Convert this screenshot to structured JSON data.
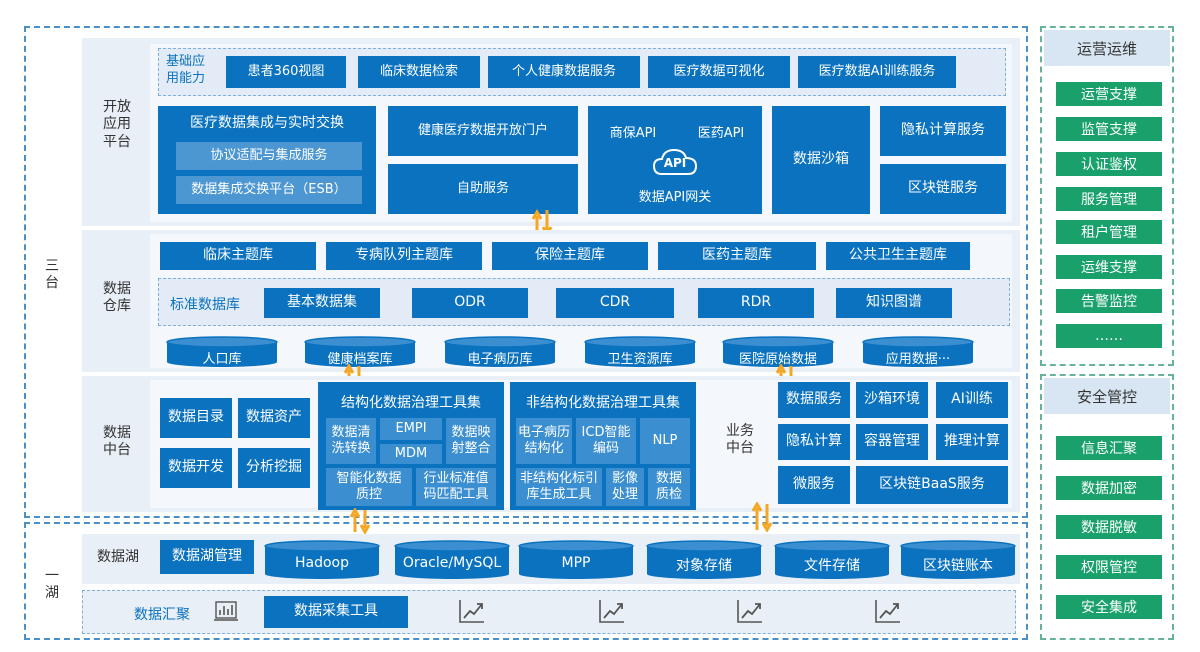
{
  "three_platforms": {
    "side_label": "三\n台",
    "open_platform": {
      "label": "开放\n应用\n平台",
      "basic_title": "基础应\n用能力",
      "basic_items": [
        "患者360视图",
        "临床数据检索",
        "个人健康数据服务",
        "医疗数据可视化",
        "医疗数据AI训练服务"
      ],
      "integration_title": "医疗数据集成与实时交换",
      "integration_items": [
        "协议适配与集成服务",
        "数据集成交换平台（ESB）"
      ],
      "portal": "健康医疗数据开放门户",
      "self_service": "自助服务",
      "api_gateway": {
        "left": "商保API",
        "right": "医药API",
        "icon_text": "API",
        "bottom": "数据API网关"
      },
      "sandbox": "数据沙箱",
      "privacy": "隐私计算服务",
      "blockchain": "区块链服务"
    },
    "warehouse": {
      "label": "数据\n仓库",
      "topics": [
        "临床主题库",
        "专病队列主题库",
        "保险主题库",
        "医药主题库",
        "公共卫生主题库"
      ],
      "standard_title": "标准数据库",
      "standard_items": [
        "基本数据集",
        "ODR",
        "CDR",
        "RDR",
        "知识图谱"
      ],
      "dbs": [
        "人口库",
        "健康档案库",
        "电子病历库",
        "卫生资源库",
        "医院原始数据",
        "应用数据···"
      ]
    },
    "middle": {
      "label": "数据\n中台",
      "left_items": [
        "数据目录",
        "数据资产",
        "数据开发",
        "分析挖掘"
      ],
      "structured": {
        "title": "结构化数据治理工具集",
        "items": [
          "数据清\n洗转换",
          "EMPI",
          "MDM",
          "数据映\n射整合",
          "智能化数据\n质控",
          "行业标准值\n码匹配工具"
        ]
      },
      "unstructured": {
        "title": "非结构化数据治理工具集",
        "items": [
          "电子病历\n结构化",
          "ICD智能\n编码",
          "NLP",
          "非结构化标引\n库生成工具",
          "影像\n处理",
          "数据\n质检"
        ]
      },
      "business_label": "业务\n中台",
      "business_items": [
        "数据服务",
        "沙箱环境",
        "AI训练",
        "隐私计算",
        "容器管理",
        "推理计算",
        "微服务",
        "区块链BaaS服务"
      ]
    }
  },
  "one_lake": {
    "side_label": "一\n湖",
    "lake_label": "数据湖",
    "lake_mgmt": "数据湖管理",
    "lake_dbs": [
      "Hadoop",
      "Oracle/MySQL",
      "MPP",
      "对象存储",
      "文件存储",
      "区块链账本"
    ],
    "collect_label": "数据汇聚",
    "collect_tool": "数据采集工具",
    "icons": [
      "collect-chart-icon",
      "trend-chart-icon"
    ]
  },
  "operations": {
    "title": "运营运维",
    "items": [
      "运营支撑",
      "监管支撑",
      "认证鉴权",
      "服务管理",
      "租户管理",
      "运维支撑",
      "告警监控",
      "……"
    ]
  },
  "security": {
    "title": "安全管控",
    "items": [
      "信息汇聚",
      "数据加密",
      "数据脱敏",
      "权限管控",
      "安全集成"
    ]
  },
  "colors": {
    "primary": "#0a72bf",
    "green": "#1aa16b",
    "arrow": "#f5a623",
    "panel": "#e9eff7"
  }
}
